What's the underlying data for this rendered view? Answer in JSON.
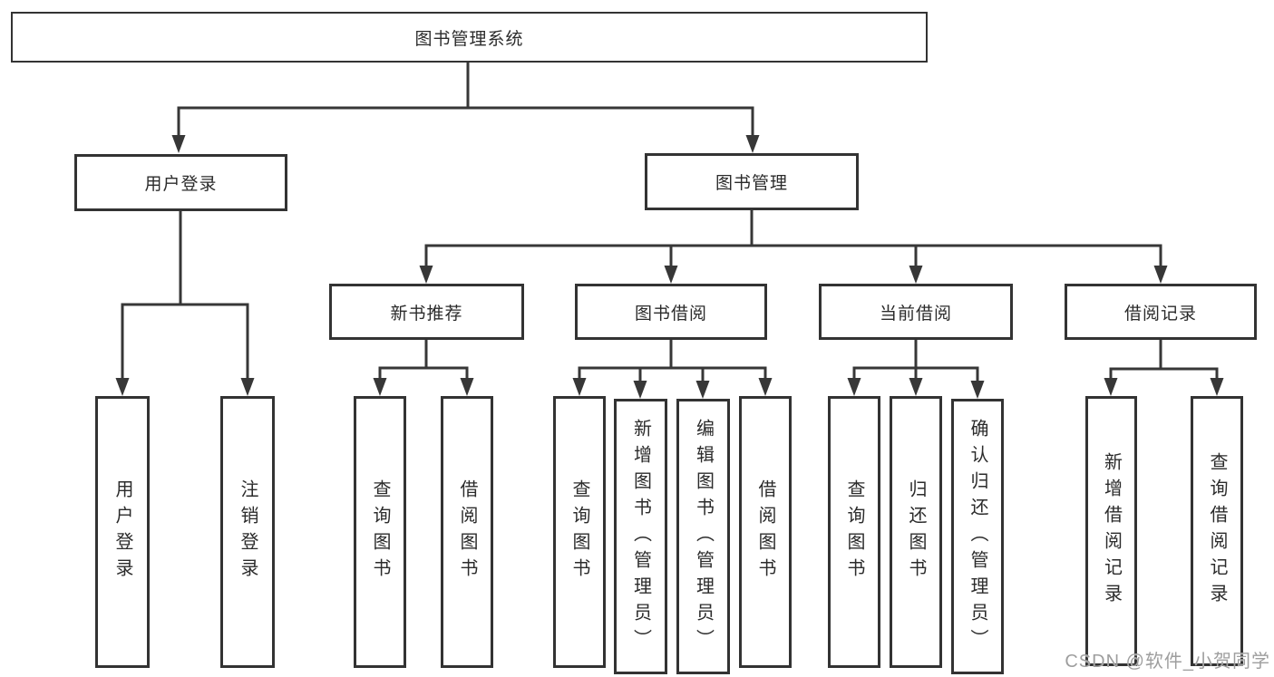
{
  "diagram": {
    "root": "图书管理系统",
    "level2": [
      "用户登录",
      "图书管理"
    ],
    "level3": [
      "新书推荐",
      "图书借阅",
      "当前借阅",
      "借阅记录"
    ],
    "leaves": {
      "user_login": [
        "用户登录",
        "注销登录"
      ],
      "new_book_recommend": [
        "查询图书",
        "借阅图书"
      ],
      "book_borrow": [
        "查询图书",
        "新增图书（管理员）",
        "编辑图书（管理员）",
        "借阅图书"
      ],
      "current_borrow": [
        "查询图书",
        "归还图书",
        "确认归还（管理员）"
      ],
      "borrow_record": [
        "新增借阅记录",
        "查询借阅记录"
      ]
    },
    "watermark": "CSDN @软件_小贺同学"
  },
  "colors": {
    "line": "#373737",
    "box_border": "#333333",
    "text": "#2b2b2b",
    "watermark": "#9e9e9e",
    "background": "#ffffff"
  }
}
